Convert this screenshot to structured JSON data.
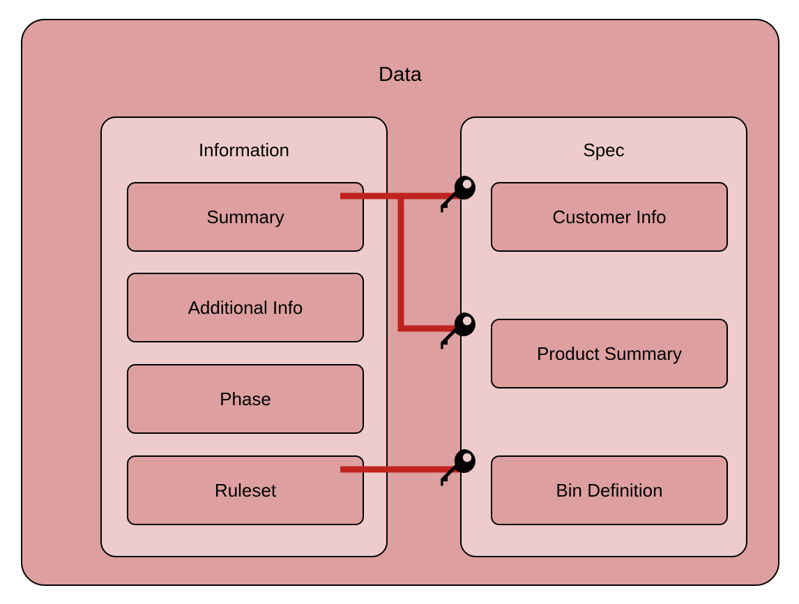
{
  "diagram": {
    "title": "Data",
    "type": "nested-container-diagram",
    "colors": {
      "outer_fill": "#dd9f9f",
      "group_fill": "#eecccc",
      "item_fill": "#dd9f9f",
      "stroke": "#000000",
      "connector": "#c0231e",
      "key_icon": "#000000",
      "background": "#ffffff"
    },
    "groups": [
      {
        "title": "Information",
        "items": [
          {
            "label": "Summary"
          },
          {
            "label": "Additional Info"
          },
          {
            "label": "Phase"
          },
          {
            "label": "Ruleset"
          }
        ]
      },
      {
        "title": "Spec",
        "items": [
          {
            "label": "Customer Info",
            "icon": "key-icon"
          },
          {
            "label": "Product Summary",
            "icon": "key-icon"
          },
          {
            "label": "Bin Definition",
            "icon": "key-icon"
          }
        ]
      }
    ],
    "connections": [
      {
        "from": "Summary",
        "to": "Customer Info",
        "style": "key-link"
      },
      {
        "from": "Summary",
        "to": "Product Summary",
        "style": "key-link"
      },
      {
        "from": "Ruleset",
        "to": "Bin Definition",
        "style": "key-link"
      }
    ]
  }
}
